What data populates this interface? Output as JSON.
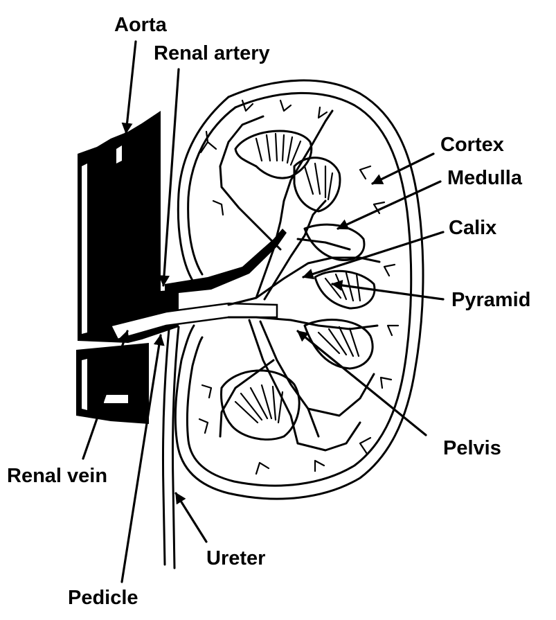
{
  "labels": {
    "aorta": "Aorta",
    "renal_artery": "Renal artery",
    "cortex": "Cortex",
    "medulla": "Medulla",
    "calix": "Calix",
    "pyramid": "Pyramid",
    "pelvis": "Pelvis",
    "renal_vein": "Renal vein",
    "ureter": "Ureter",
    "pedicle": "Pedicle"
  },
  "colors": {
    "ink": "#000000",
    "paper": "#ffffff"
  }
}
